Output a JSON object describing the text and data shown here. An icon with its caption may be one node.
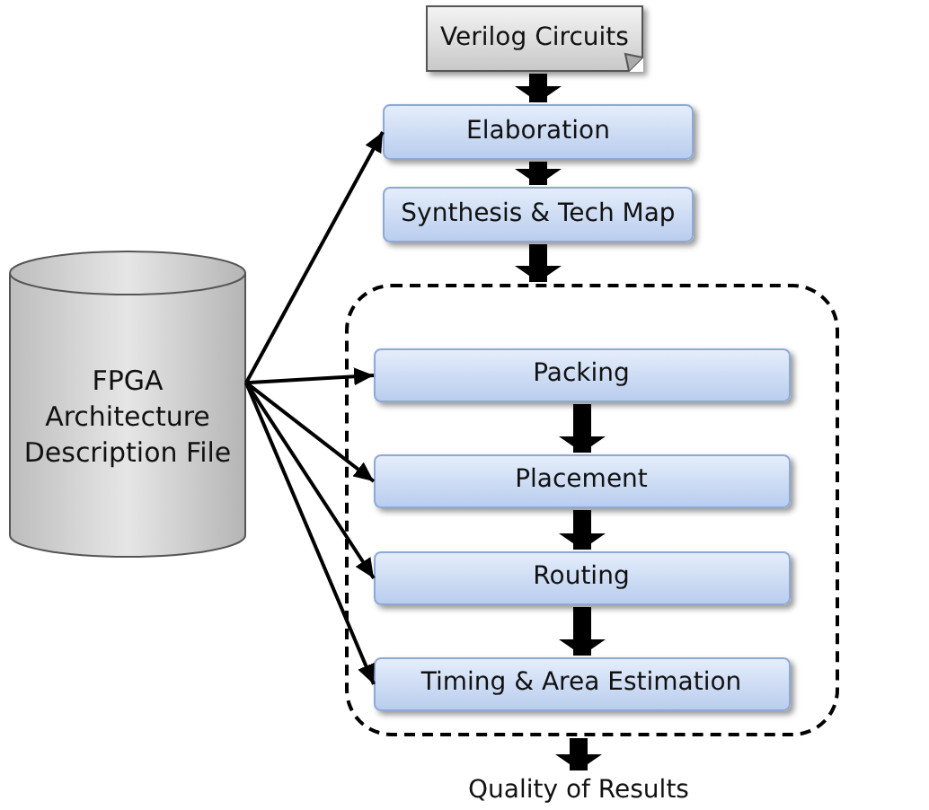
{
  "diagram": {
    "nodes": [
      {
        "text": [
          "Verilog Circuits"
        ]
      },
      {
        "text": [
          "Elaboration"
        ]
      },
      {
        "text": [
          "Synthesis & Tech Map"
        ]
      },
      {
        "text": [],
        "shape": "box"
      },
      {
        "text": [
          "Packing"
        ],
        "in": 3
      },
      {
        "text": [
          "Placement"
        ],
        "in": 3
      },
      {
        "text": [
          "Routing"
        ],
        "in": 3
      },
      {
        "text": [
          "Timing & Area Estimation"
        ],
        "in": 3
      },
      {
        "text": [
          "FPGA Architecture Description File"
        ]
      },
      {
        "text": [
          "Quality of Results"
        ]
      }
    ],
    "edges": [
      {
        "from": 0,
        "to": 1,
        "arrow": "to"
      },
      {
        "from": 1,
        "to": 2,
        "arrow": "to"
      },
      {
        "from": 2,
        "to": 3,
        "arrow": "to"
      },
      {
        "from": 4,
        "to": 5,
        "arrow": "to"
      },
      {
        "from": 5,
        "to": 6,
        "arrow": "to"
      },
      {
        "from": 6,
        "to": 7,
        "arrow": "to"
      },
      {
        "from": 3,
        "to": 9,
        "arrow": "to"
      },
      {
        "from": 8,
        "to": 1,
        "arrow": "to"
      },
      {
        "from": 8,
        "to": 4,
        "arrow": "to"
      },
      {
        "from": 8,
        "to": 5,
        "arrow": "to"
      },
      {
        "from": 8,
        "to": 6,
        "arrow": "to"
      },
      {
        "from": 8,
        "to": 7,
        "arrow": "to"
      }
    ]
  }
}
